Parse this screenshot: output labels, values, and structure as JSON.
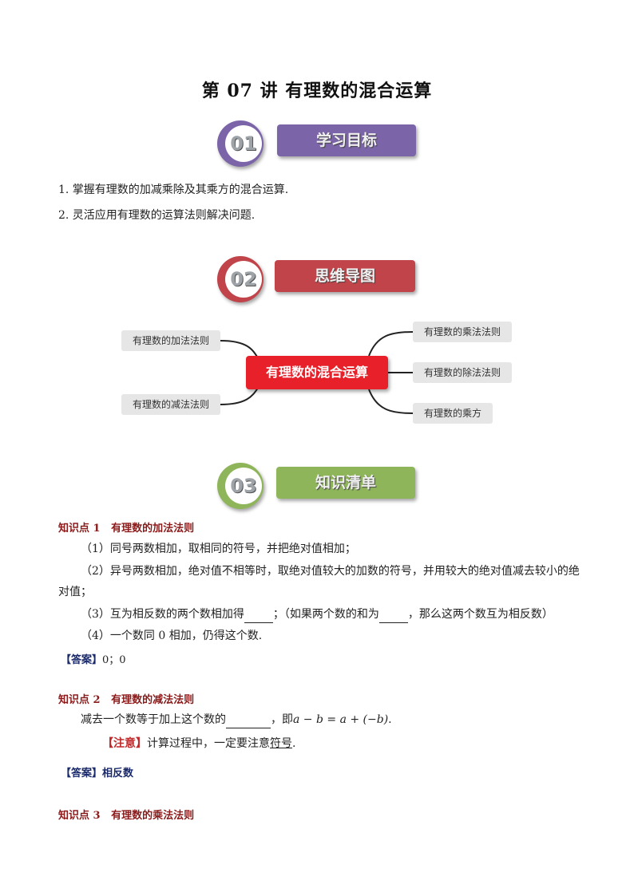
{
  "title": "第 07 讲  有理数的混合运算",
  "sections": [
    {
      "num": "01",
      "label": "学习目标",
      "color": "#7b64a8"
    },
    {
      "num": "02",
      "label": "思维导图",
      "color": "#c0444a"
    },
    {
      "num": "03",
      "label": "知识清单",
      "color": "#8fb55a"
    }
  ],
  "objectives": [
    "1. 掌握有理数的加减乘除及其乘方的混合运算.",
    "2. 灵活应用有理数的运算法则解决问题."
  ],
  "mindmap": {
    "center": "有理数的混合运算",
    "left": [
      "有理数的加法法则",
      "有理数的减法法则"
    ],
    "right": [
      "有理数的乘法法则",
      "有理数的除法法则",
      "有理数的乘方"
    ]
  },
  "kp1": {
    "heading_label": "知识点 1",
    "heading_title": "有理数的加法法则",
    "item1": "（1）同号两数相加，取相同的符号，并把绝对值相加；",
    "item2_line1": "（2）异号两数相加，绝对值不相等时，取绝对值较大的加数的符号，并用较大的绝对值减去较小的绝",
    "item2_line2": "对值；",
    "item3_a": "（3）互为相反数的两个数相加得",
    "item3_b": "；（如果两个数的和为",
    "item3_c": "，那么这两个数互为相反数）",
    "item4": "（4）一个数同 0 相加，仍得这个数.",
    "answer_tag": "【答案】",
    "answer": "0；0"
  },
  "kp2": {
    "heading_label": "知识点 2",
    "heading_title": "有理数的减法法则",
    "line_a": "减去一个数等于加上这个数的",
    "line_b": "，即",
    "formula": "a − b = a + (−b)",
    "line_c": ".",
    "note_tag": "【注意】",
    "note_a": "计算过程中，一定要注意",
    "note_b": "符号",
    "note_c": ".",
    "answer_tag": "【答案】",
    "answer": "相反数"
  },
  "kp3": {
    "heading_label": "知识点 3",
    "heading_title": "有理数的乘法法则"
  }
}
